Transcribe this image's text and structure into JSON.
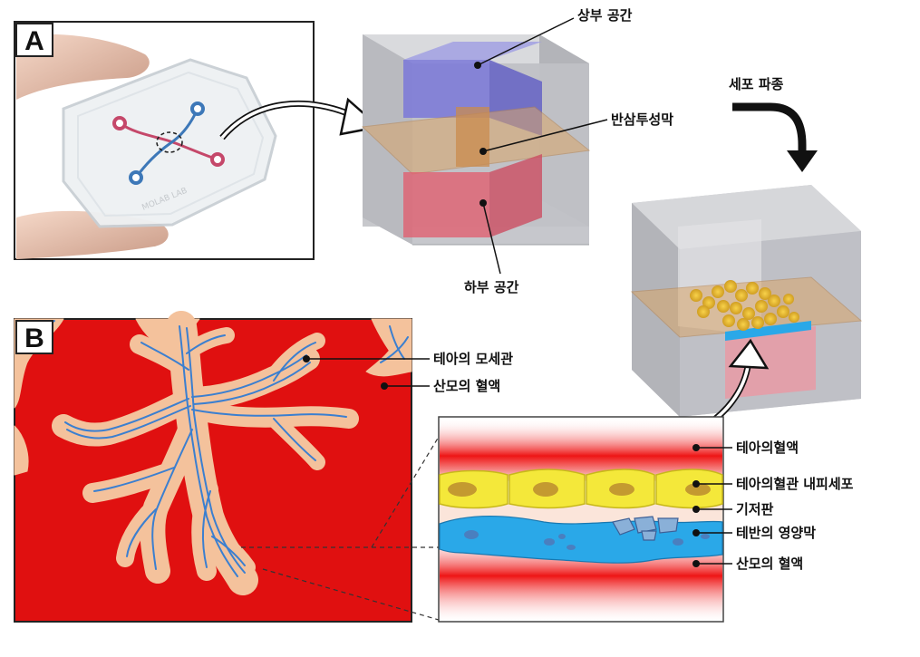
{
  "panels": {
    "a_letter": "A",
    "b_letter": "B"
  },
  "chip": {
    "engraving": "MOLAB LAB"
  },
  "labels_a": {
    "upper": "상부 공간",
    "membrane": "반삼투성막",
    "lower": "하부 공간",
    "seeding": "세포 파종"
  },
  "labels_b": {
    "fetal_capillary": "테아의 모세관",
    "maternal_blood": "산모의 혈액"
  },
  "inset_labels": {
    "fetal_blood": "테아의혈액",
    "endothelium": "테아의혈관 내피세포",
    "basement": "기저판",
    "trophoblast": "테반의 영양막",
    "maternal_blood": "산모의 혈액"
  },
  "colors": {
    "maternal_red": "#e01010",
    "villus_peach": "#f4c29c",
    "capillary_blue": "#3b7fd0",
    "endothelial_yellow": "#f4e83a",
    "trophoblast_blue": "#2aa8e8",
    "upper_chamber": "#7a78d8",
    "lower_chamber": "#e06070",
    "membrane": "#d9a66a"
  }
}
